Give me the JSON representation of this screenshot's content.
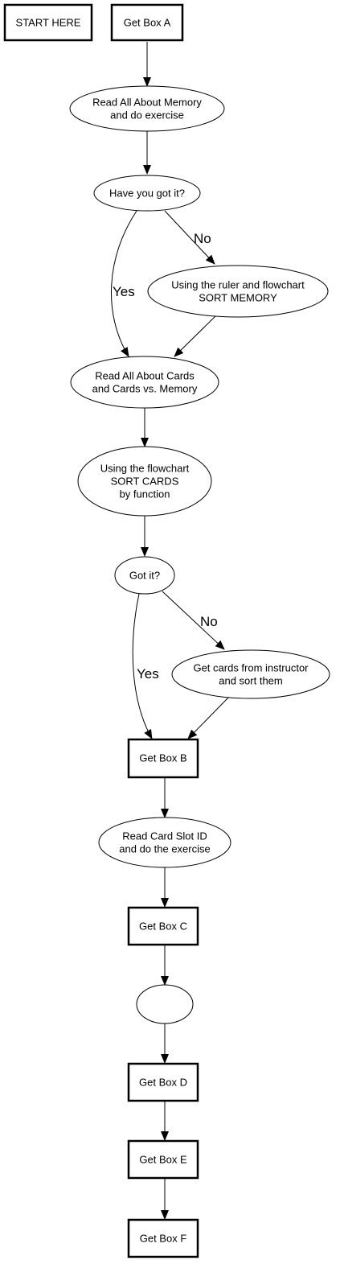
{
  "nodes": {
    "start_here": [
      "START HERE"
    ],
    "get_box_a": [
      "Get Box A"
    ],
    "read_memory": [
      "Read All About Memory",
      "and do exercise"
    ],
    "have_you_got_it": [
      "Have you got it?"
    ],
    "sort_memory": [
      "Using the ruler and flowchart",
      "SORT MEMORY"
    ],
    "read_cards": [
      "Read All About Cards",
      "and Cards vs. Memory"
    ],
    "sort_cards": [
      "Using the flowchart",
      "SORT CARDS",
      "by function"
    ],
    "got_it": [
      "Got it?"
    ],
    "get_cards_instructor": [
      "Get cards from instructor",
      "and sort them"
    ],
    "get_box_b": [
      "Get Box B"
    ],
    "read_card_slot": [
      "Read Card Slot ID",
      "and do the exercise"
    ],
    "get_box_c": [
      "Get Box C"
    ],
    "empty_step": [],
    "get_box_d": [
      "Get Box D"
    ],
    "get_box_e": [
      "Get Box E"
    ],
    "get_box_f": [
      "Get Box F"
    ]
  },
  "edge_labels": {
    "first_no": "No",
    "first_yes": "Yes",
    "second_no": "No",
    "second_yes": "Yes"
  }
}
